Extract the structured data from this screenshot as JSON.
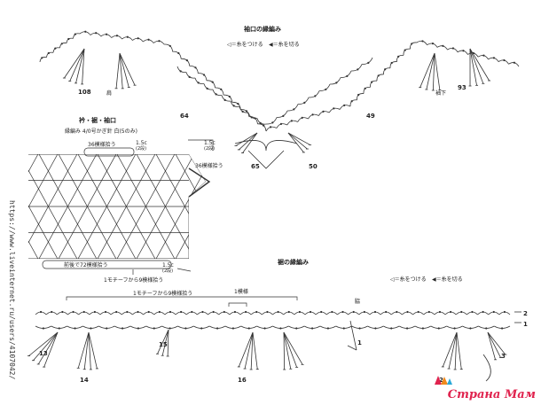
{
  "sleeve_edging": {
    "title": "袖口の縁編み",
    "legend_join": "◁＝糸をつける",
    "legend_cut": "◀＝糸を切る",
    "numbers": [
      "108",
      "64",
      "49",
      "93",
      "65",
      "50"
    ],
    "label_left": "肩",
    "label_right": "袖下"
  },
  "body_panel": {
    "title": "衿・裾・袖口",
    "subtitle": "縁編み 4/0号かぎ針 白(5のみ)",
    "top_count": "36模様拾う",
    "right_count": "36模様拾う",
    "top_rows": "1.5c",
    "top_rows_sub": "(2段)",
    "right_rows": "1.5c",
    "right_rows_sub": "(2段)",
    "bottom_count": "前後で72模様拾う",
    "bottom_rows": "1.5c",
    "bottom_rows_sub": "(2段)",
    "motif_note": "1モチーフから9模様拾う"
  },
  "hem_edging": {
    "title": "裾の縁編み",
    "legend_join": "◁＝糸をつける",
    "legend_cut": "◀＝糸を切る",
    "motif_note": "1モチーフから9模様拾う",
    "one_pattern": "1模様",
    "numbers": [
      "13",
      "14",
      "15",
      "16",
      "1",
      "2",
      "3"
    ],
    "row_2": "2",
    "row_1": "1",
    "mark": "脇"
  },
  "watermark": {
    "url": "https://www.liveinternet.ru/users/4107042/",
    "brand": "Страна Мам"
  }
}
